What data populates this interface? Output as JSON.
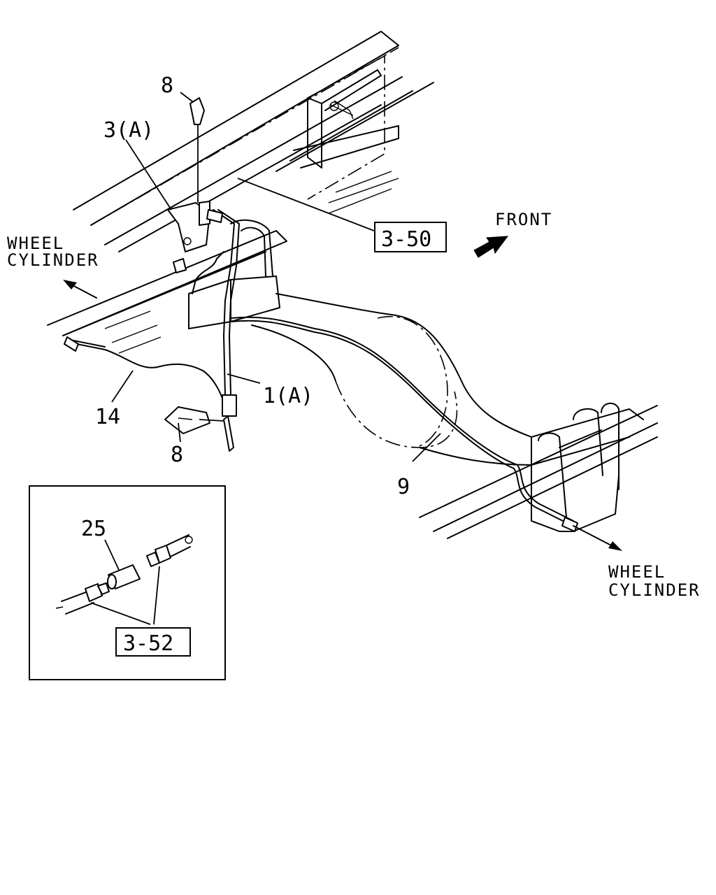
{
  "labels": {
    "item_8_top": "8",
    "item_3a": "3(A)",
    "ref_3_50": "3-50",
    "front": "FRONT",
    "wheel_left_1": "WHEEL",
    "wheel_left_2": "CYLINDER",
    "item_1a": "1(A)",
    "item_14": "14",
    "item_8_bottom": "8",
    "item_9": "9",
    "wheel_right_1": "WHEEL",
    "wheel_right_2": "CYLINDER",
    "item_25": "25",
    "ref_3_52": "3-52"
  },
  "icons": [
    "front-arrow-icon",
    "wheel-cylinder-arrow-left-icon",
    "wheel-cylinder-arrow-right-icon"
  ]
}
